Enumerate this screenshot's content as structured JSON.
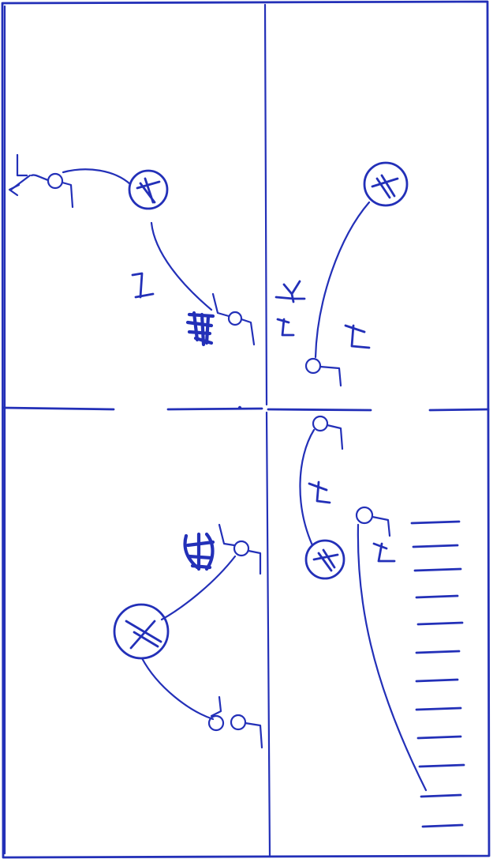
{
  "ink_color": "#2330b8",
  "sheet": {
    "kind": "hand-drawn drill diagram on paper",
    "quadrants": [
      "top-left",
      "top-right",
      "bottom-left",
      "bottom-right"
    ]
  },
  "symbols": {
    "ball_mark": "4",
    "ball_mark_large": "X",
    "number_marks": [
      "1",
      "1",
      "1",
      "1",
      "1",
      "1"
    ]
  }
}
